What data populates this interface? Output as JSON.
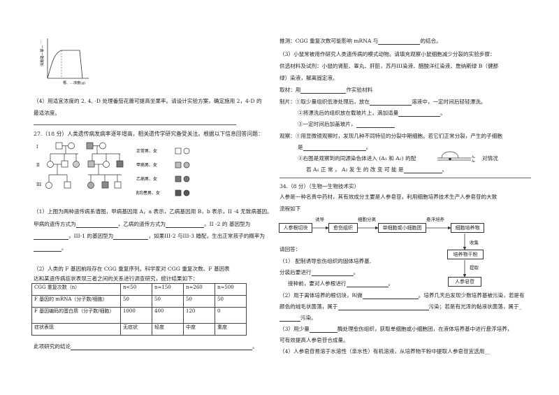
{
  "left": {
    "graph": {
      "ylabel": "… 一鑫一酚碳加",
      "xlabel": "根、…浓度(g)"
    },
    "q4": {
      "line1": "（4）用适宜浓度的 2, 4, -D 处理番茄花蕾可提高坐果率。请设计实验方案，确定施用 2，4-D 的",
      "line2": "最适浓度。"
    },
    "q27": {
      "header": "27.（18 分）人类遗传病发病率逐年增高，相关遗传学研究备受关注。根据以下信息回答问题：",
      "gen_I": "I",
      "gen_II": "II",
      "gen_III": "III",
      "legend": [
        "正常男、女",
        "甲病男、女",
        "乙病男、女",
        "两病均患男、女"
      ],
      "p1_a": "（1）上图为两种遗传病系谱图，甲病基因用 A，a 表示，乙病基因用 B，b 表示，II -4 无致病基因。",
      "p1_b1": "甲病的遗传方式为",
      "p1_b2": "，乙病的遗传方式为",
      "p1_b3": "。II -2 的 基因型为",
      "p1_c1": "，III-1 的基因型为",
      "p1_c2": "，如果III-2 与III-3 婚配，生出正常孩子的概率为",
      "p2_a": "（2）人类的 F 基因前段存在 CGG 重复序列。科学家对 CGG 重复次数、F 基因表",
      "p2_b": "达和某遗传病症状表现三者之间的关系进行调查研究，统计结果如下：",
      "table": [
        [
          "CGG 重复次数（n）",
          "n<50",
          "n≈150",
          "n≈260",
          "n≈500"
        ],
        [
          "F 基因的 mRNA（分子数/细胞）",
          "50",
          "50",
          "50",
          "50"
        ],
        [
          "F 基因编码的蛋白质（分子数/细胞）",
          "1000",
          "400",
          "120",
          "0"
        ],
        [
          "症状表现",
          "无症状",
          "轻度",
          "中度",
          "重度"
        ]
      ],
      "conclusion": "此项研究的结论"
    }
  },
  "right": {
    "infer": "推测：CGG 重复次数可能影响 mRNA 与",
    "infer_end": "的结合。",
    "q3_a": "（3）小鼠常被用作研究人类遗传病的模式动物。请填充观察小鼠细胞减少分裂的实验步骤：",
    "q3_b": "供选材料及试剂：小鼠的肾脏、睾丸、肝脏，苏丹III染液、醋酸洋红染液、詹纳斯绿 B（健那",
    "q3_c": "绿）染液，解离固定液。",
    "take_1": "取材：用",
    "take_2": "作实验材料",
    "make_1": "制片：①取少量组织低渗处理后，放在",
    "make_2": "溶液中，一定时间后轻轻漂洗。",
    "make_3": "②将漂洗后的组织放在载玻片上，滴加适量",
    "make_4": "③一定时间后加盖玻片，",
    "obs_1": "观察：①用显微镜观察时，发现几种不同特征的分裂中期细胞。若它们正常分裂，产生的子细胞",
    "obs_2": "是",
    "obs_3": "②右图是观察到的同源染色体进入 (A₁ 和 A₂) 的配",
    "obs_4": "对情况",
    "obs_5": "若 A₁ 正 常 ， A₂ 发 生 的 改 变 可 能 是",
    "a1": "A₁",
    "a2": "A₂",
    "q34_head": "34.（8 分）（生物一生物技术实）",
    "q34_a": "人参是一种名贵中药材，其有效成分主要是人参皂苷。利用细胞培养技术生产人参皂苷的大致",
    "q34_b": "流程如下",
    "flow": {
      "boxes": [
        "人参根切块",
        "愈伤组织",
        "单细胞或小细胞团",
        "细胞培养物",
        "培养物干粉",
        "人参皂苷"
      ],
      "arrows": [
        "诱导",
        "细胞分离",
        "悬浮培养",
        "收集",
        "提取"
      ]
    },
    "ask": "请回答：",
    "a1_1": "（1） 配制诱导愈伤组织的固体培养基,",
    "a1_2": "分装后要进行",
    "a1_3": "接种前，要对人参根进行",
    "a2_1": "（2）用于离体培养的根切块，叫做",
    "a2_2": "。培养几天后发现少数培养基被污染，若是有",
    "a2_3": "颜色的绒毛状菌落，属于",
    "a2_4": "污染；若是有光泽的黏液状菌落，属于_",
    "a3_1": "（3）用少量",
    "a3_2": "酶处理愈伤组织，获取单细胞或小细胞团，在液体培养基中进行悬浮培养，",
    "a3_3": "可有效提高人参皂苷合成量。",
    "a4": "（4）人参皂苷易溶于水溶性（亲水性）有机溶液，从培养物干粉中提取人参皂苷宜选用__"
  }
}
